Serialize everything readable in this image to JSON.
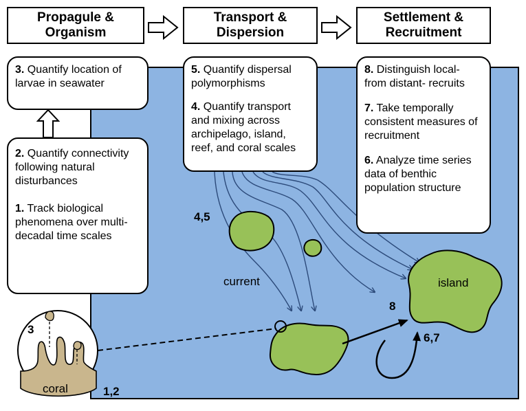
{
  "headers": [
    {
      "line1": "Propagule &",
      "line2": "Organism"
    },
    {
      "line1": "Transport &",
      "line2": "Dispersion"
    },
    {
      "line1": "Settlement &",
      "line2": "Recruitment"
    }
  ],
  "box_larvae": {
    "num": "3.",
    "text": " Quantify location of larvae in seawater"
  },
  "box_disturbance": [
    {
      "num": "2.",
      "text": " Quantify connectivity following natural disturbances"
    },
    {
      "num": "1.",
      "text": " Track biological phenomena over multi-decadal time scales"
    }
  ],
  "box_transport": [
    {
      "num": "5.",
      "text": " Quantify dispersal polymorphisms"
    },
    {
      "num": "4.",
      "text": " Quantify transport and mixing across archipelago, island, reef, and coral scales"
    }
  ],
  "box_settlement": [
    {
      "num": "8.",
      "text": " Distinguish local- from distant- recruits"
    },
    {
      "num": "7.",
      "text": " Take temporally consistent measures of recruitment"
    },
    {
      "num": "6.",
      "text": " Analyze time series data of benthic population structure"
    }
  ],
  "map_labels": {
    "current": "current",
    "island": "island",
    "coral": "coral",
    "l45": "4,5",
    "l8": "8",
    "l67": "6,7",
    "l12": "1,2",
    "l3": "3"
  },
  "colors": {
    "sea": "#8db4e2",
    "land": "#98c158",
    "coral": "#c9b68d",
    "line": "#2c4a7a"
  }
}
